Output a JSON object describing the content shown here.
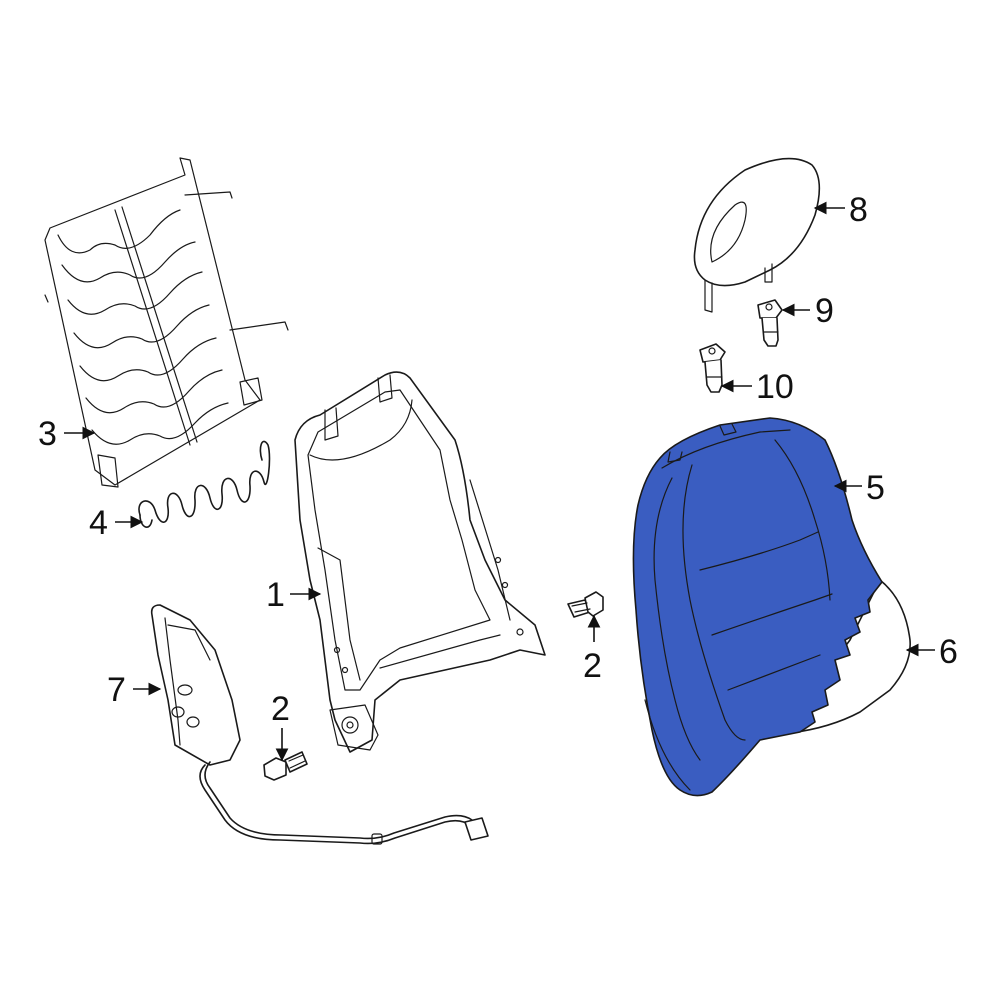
{
  "colors": {
    "highlight": "#3A5DC1",
    "outline": "#1A1A1A",
    "background": "#FFFFFF"
  },
  "callouts": [
    {
      "id": "1",
      "label": "1"
    },
    {
      "id": "2a",
      "label": "2"
    },
    {
      "id": "2b",
      "label": "2"
    },
    {
      "id": "3",
      "label": "3"
    },
    {
      "id": "4",
      "label": "4"
    },
    {
      "id": "5",
      "label": "5"
    },
    {
      "id": "6",
      "label": "6"
    },
    {
      "id": "7",
      "label": "7"
    },
    {
      "id": "8",
      "label": "8"
    },
    {
      "id": "9",
      "label": "9"
    },
    {
      "id": "10",
      "label": "10"
    }
  ]
}
